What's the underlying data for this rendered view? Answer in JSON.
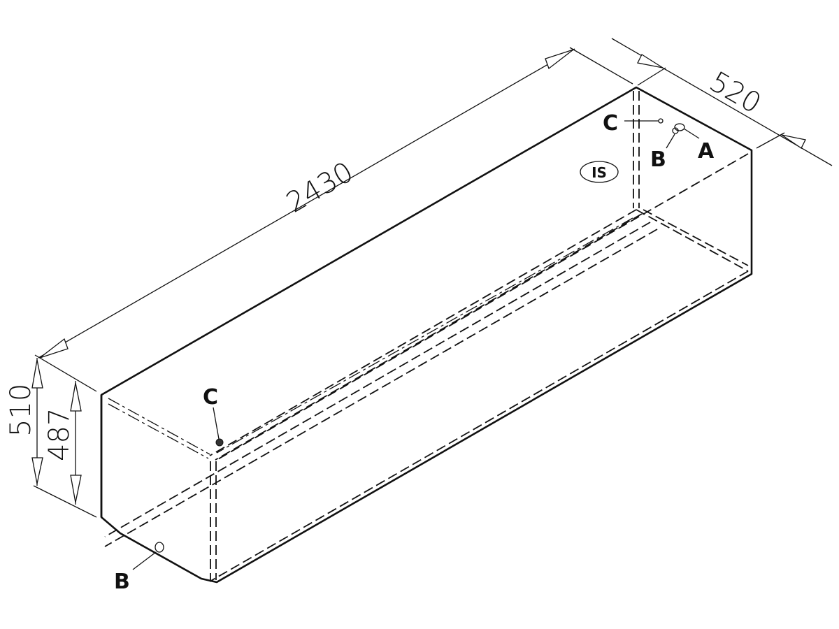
{
  "drawing": {
    "dimensions": {
      "length": "2430",
      "width": "520",
      "height_outer": "510",
      "height_inner": "487"
    },
    "callouts": {
      "a_top": "A",
      "b_top": "B",
      "c_top": "C",
      "c_front": "C",
      "b_front": "B"
    },
    "mark": "IS"
  }
}
